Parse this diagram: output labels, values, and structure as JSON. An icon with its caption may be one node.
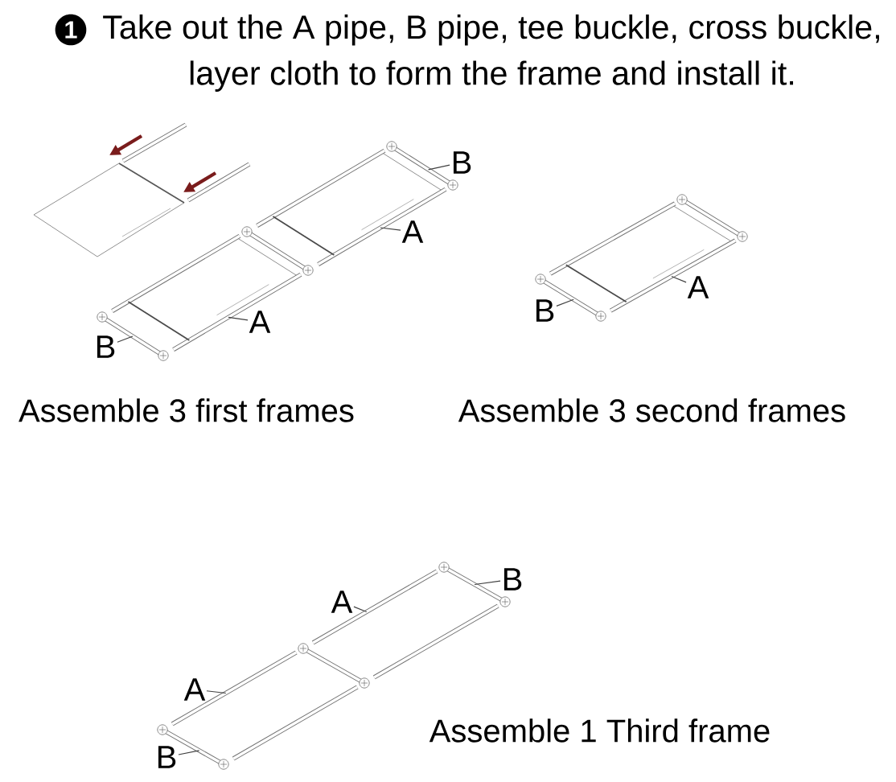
{
  "diagram": {
    "title": "Take out the A pipe, B pipe, tee buckle, cross buckle, layer cloth to form the frame and install it.",
    "nodes": [
      {
        "text": [
          "1"
        ]
      },
      {
        "text": [
          "B"
        ]
      },
      {
        "text": [
          "A"
        ]
      },
      {
        "text": [
          "A"
        ]
      },
      {
        "text": [
          "B"
        ]
      },
      {
        "text": [
          "A"
        ]
      },
      {
        "text": [
          "B"
        ]
      },
      {
        "text": [
          "B"
        ]
      },
      {
        "text": [
          "A"
        ]
      },
      {
        "text": [
          "A"
        ]
      },
      {
        "text": [
          "B"
        ]
      }
    ],
    "edges": [
      {
        "from": 1,
        "to": null,
        "arrow": "none"
      },
      {
        "from": 2,
        "to": null,
        "arrow": "none"
      },
      {
        "from": 3,
        "to": null,
        "arrow": "none"
      },
      {
        "from": 4,
        "to": null,
        "arrow": "none"
      },
      {
        "from": 5,
        "to": null,
        "arrow": "none"
      },
      {
        "from": 6,
        "to": null,
        "arrow": "none"
      },
      {
        "from": 7,
        "to": null,
        "arrow": "none"
      },
      {
        "from": 8,
        "to": null,
        "arrow": "none"
      },
      {
        "from": 9,
        "to": null,
        "arrow": "none"
      },
      {
        "from": 10,
        "to": null,
        "arrow": "none"
      }
    ],
    "labels": [
      "Assemble 3 first frames",
      "Assemble 3 second frames",
      "Assemble 1 Third frame"
    ]
  }
}
